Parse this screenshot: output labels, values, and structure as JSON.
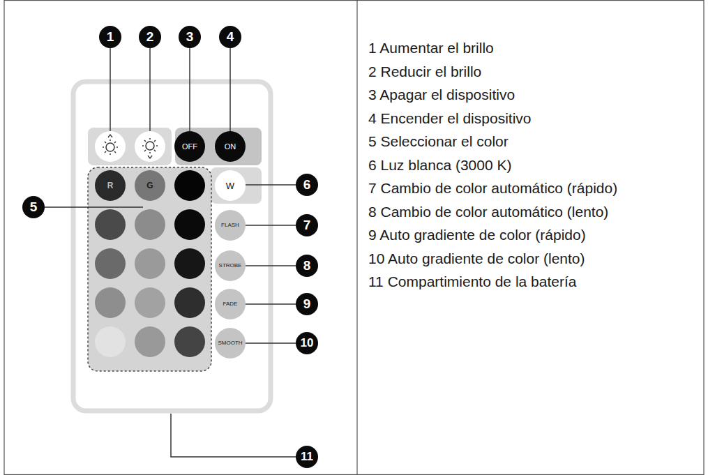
{
  "diagram": {
    "nodes": [
      {
        "text": [
          "OFF"
        ]
      },
      {
        "text": [
          "ON"
        ]
      },
      {
        "text": [
          "R"
        ]
      },
      {
        "text": [
          "G"
        ]
      },
      {
        "text": [
          "W"
        ]
      },
      {
        "text": [
          "FLASH"
        ]
      },
      {
        "text": [
          "STROBE"
        ]
      },
      {
        "text": [
          "FADE"
        ]
      },
      {
        "text": [
          "SMOOTH"
        ]
      }
    ],
    "labels": [
      "1",
      "2",
      "3",
      "4",
      "5",
      "6",
      "7",
      "8",
      "9",
      "10",
      "11",
      "1 Aumentar el brillo",
      "2 Reducir el brillo",
      "3 Apagar el dispositivo",
      "4 Encender el dispositivo",
      "5 Seleccionar el color",
      "6 Luz blanca (3000 K)",
      "7 Cambio de color automático (rápido)",
      "8 Cambio de color automático (lento)",
      "9 Auto gradiente de color (rápido)",
      "10 Auto gradiente de color (lento)",
      "11 Compartimiento de la batería"
    ]
  }
}
